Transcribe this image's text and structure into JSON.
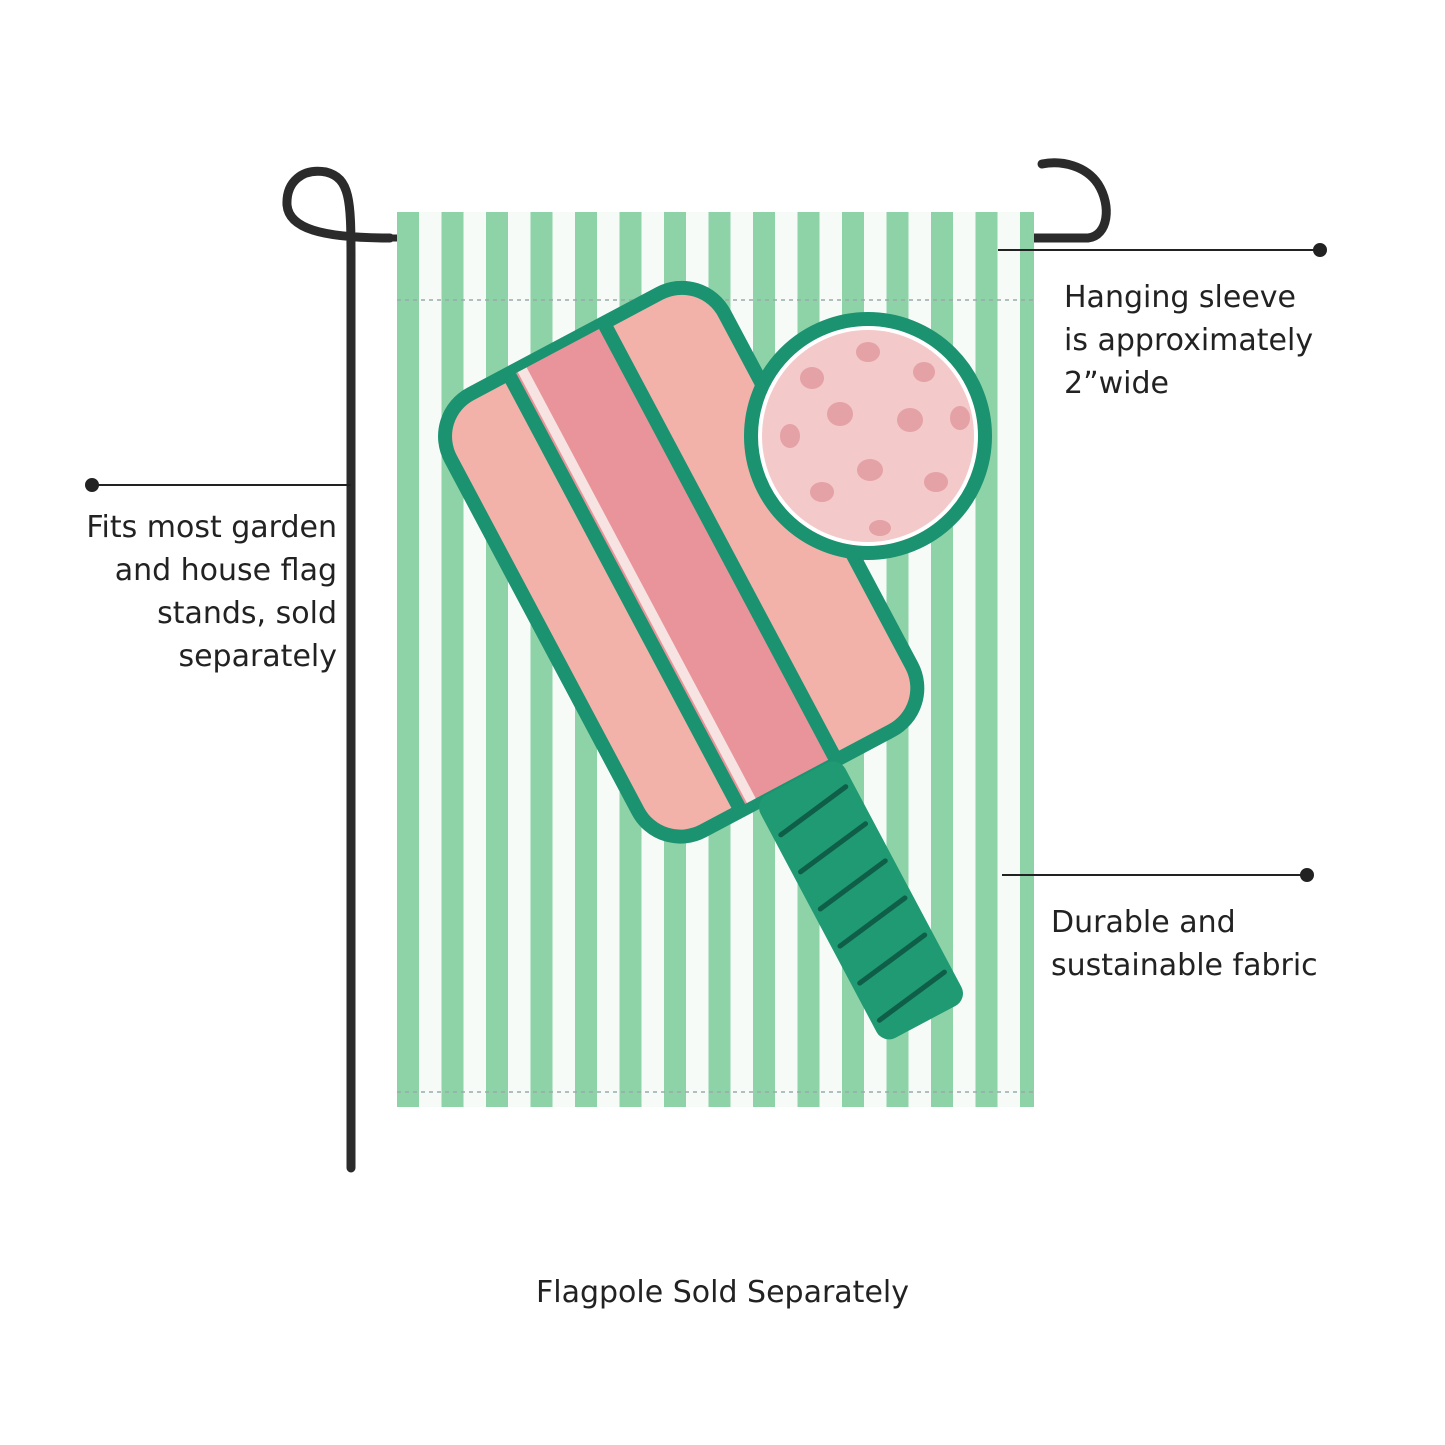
{
  "callouts": {
    "stand": {
      "lines": [
        "Fits most garden",
        "and house flag",
        "stands, sold",
        "separately"
      ]
    },
    "sleeve": {
      "lines": [
        "Hanging sleeve",
        "is approximately",
        "2”wide"
      ]
    },
    "fabric": {
      "lines": [
        "Durable and",
        "sustainable fabric"
      ]
    }
  },
  "footer_note": "Flagpole Sold Separately",
  "colors": {
    "stripe_green": "#8ed3a8",
    "stripe_white": "#f7fbf8",
    "paddle_outline": "#1b9270",
    "paddle_face": "#f2b2aa",
    "paddle_center_stripe": "#e9949a",
    "handle": "#1f9a73",
    "ball": "#f4c9c9",
    "pole": "#2b2b2b",
    "text": "#222222"
  }
}
